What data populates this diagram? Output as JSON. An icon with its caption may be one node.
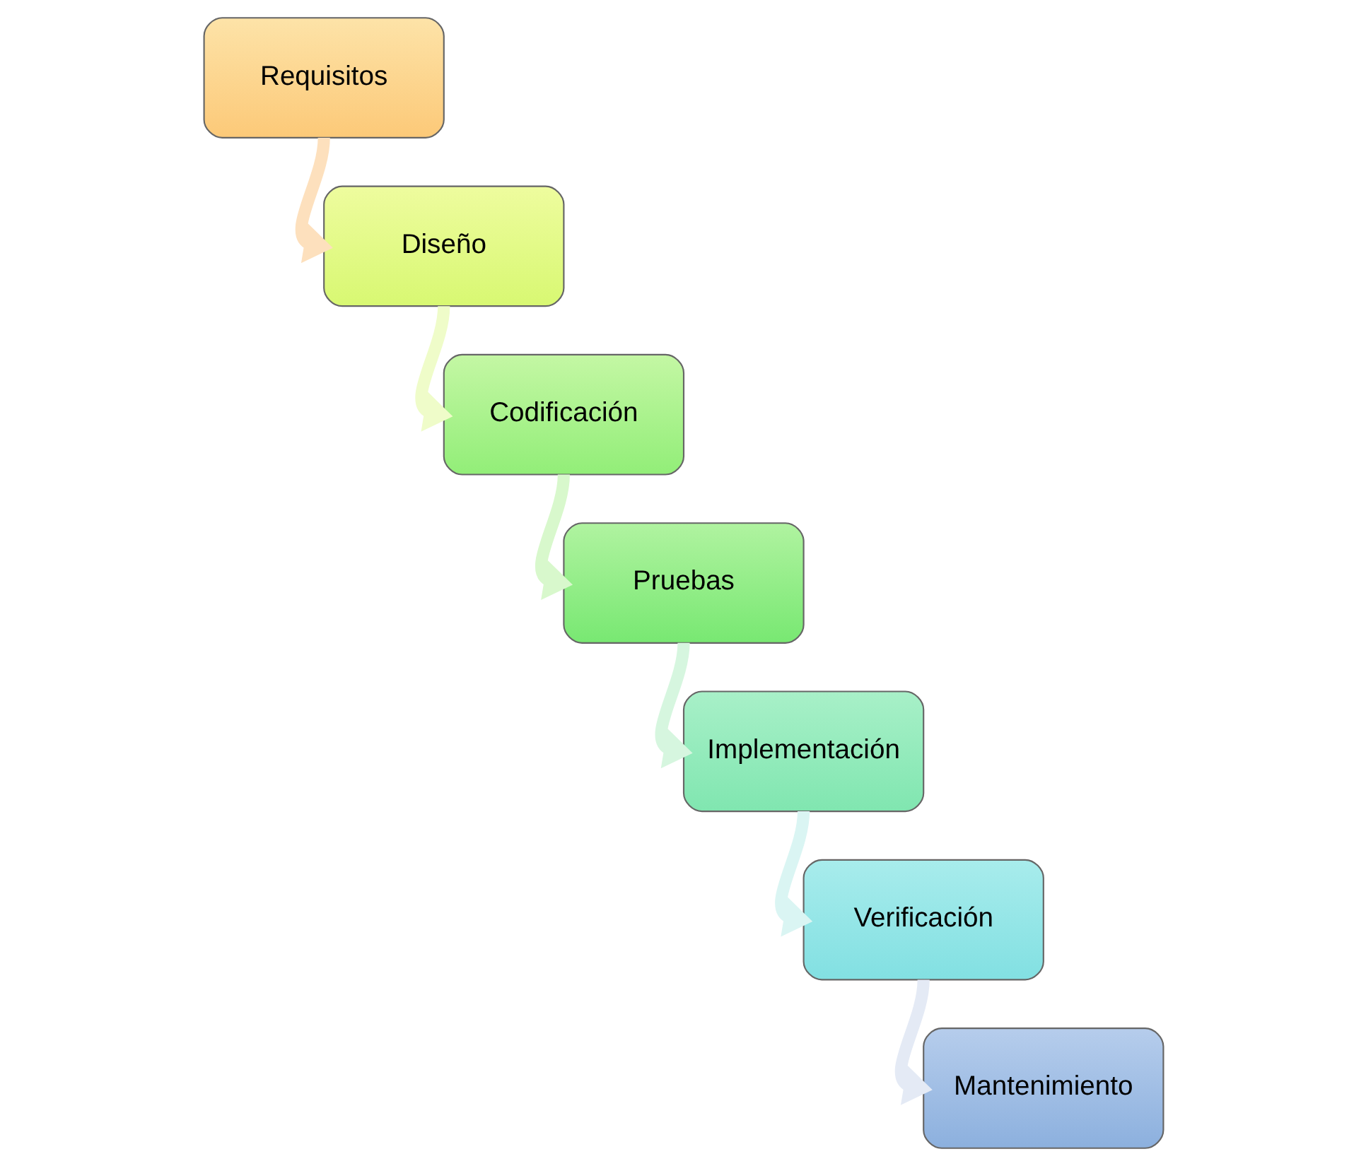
{
  "diagram": {
    "nodes": [
      {
        "text": [
          "Requisitos"
        ]
      },
      {
        "text": [
          "Diseño"
        ]
      },
      {
        "text": [
          "Codificación"
        ]
      },
      {
        "text": [
          "Pruebas"
        ]
      },
      {
        "text": [
          "Implementación"
        ]
      },
      {
        "text": [
          "Verificación"
        ]
      },
      {
        "text": [
          "Mantenimiento"
        ]
      }
    ],
    "edges": [
      {
        "from": 0,
        "to": 1,
        "arrow": "to",
        "color": "#fde0bd"
      },
      {
        "from": 1,
        "to": 2,
        "arrow": "to",
        "color": "#effcc9"
      },
      {
        "from": 2,
        "to": 3,
        "arrow": "to",
        "color": "#d8f8cc"
      },
      {
        "from": 3,
        "to": 4,
        "arrow": "to",
        "color": "#d6f6df"
      },
      {
        "from": 4,
        "to": 5,
        "arrow": "to",
        "color": "#daf5f3"
      },
      {
        "from": 5,
        "to": 6,
        "arrow": "to",
        "color": "#e4eaf5"
      }
    ]
  }
}
